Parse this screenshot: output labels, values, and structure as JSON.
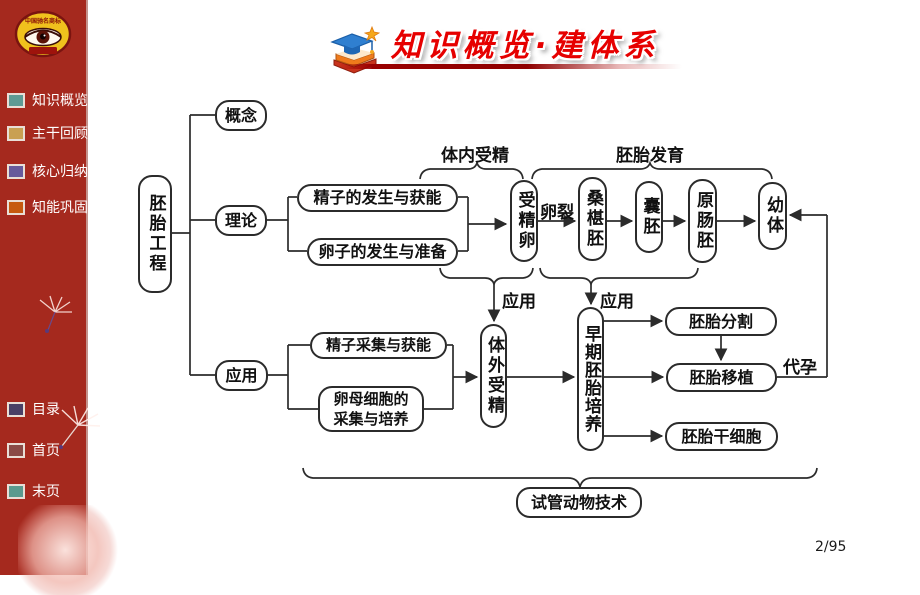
{
  "colors": {
    "sidebar_bg": "#a5291e",
    "title_red": "#e60000",
    "rule_red": "#990000",
    "line": "#2b2b2b"
  },
  "sidebar": {
    "logo_text": "中国驰名商标",
    "items": [
      {
        "label": "知识概览",
        "color": "#5e9a94"
      },
      {
        "label": "主干回顾",
        "color": "#c9a052"
      },
      {
        "label": "核心归纳",
        "color": "#675a9b"
      },
      {
        "label": "知能巩固",
        "color": "#c65a10"
      }
    ],
    "nav_items": [
      {
        "label": "目录",
        "color": "#4a4066"
      },
      {
        "label": "首页",
        "color": "#8a4a46"
      },
      {
        "label": "末页",
        "color": "#5a9a8e"
      }
    ]
  },
  "header": {
    "title": "知识概览·建体系"
  },
  "page_indicator": "2/95",
  "diagram": {
    "root": "胚胎工程",
    "branch_concept": "概念",
    "branch_theory": "理论",
    "branch_application": "应用",
    "theory_children": [
      "精子的发生与获能",
      "卵子的发生与准备"
    ],
    "chain": [
      "受精卵",
      "桑椹胚",
      "囊胚",
      "原肠胚",
      "幼体"
    ],
    "labels": {
      "in_vivo": "体内受精",
      "embryo_dev": "胚胎发育",
      "cleavage": "卵裂",
      "apply_left": "应用",
      "apply_right": "应用",
      "surrogacy": "代孕"
    },
    "application_children": [
      "精子采集与获能",
      "卵母细胞的\n采集与培养"
    ],
    "ivf": "体外受精",
    "early_embryo": "早期胚胎培养",
    "outputs": [
      "胚胎分割",
      "胚胎移植",
      "胚胎干细胞"
    ],
    "bottom_tech": "试管动物技术"
  }
}
